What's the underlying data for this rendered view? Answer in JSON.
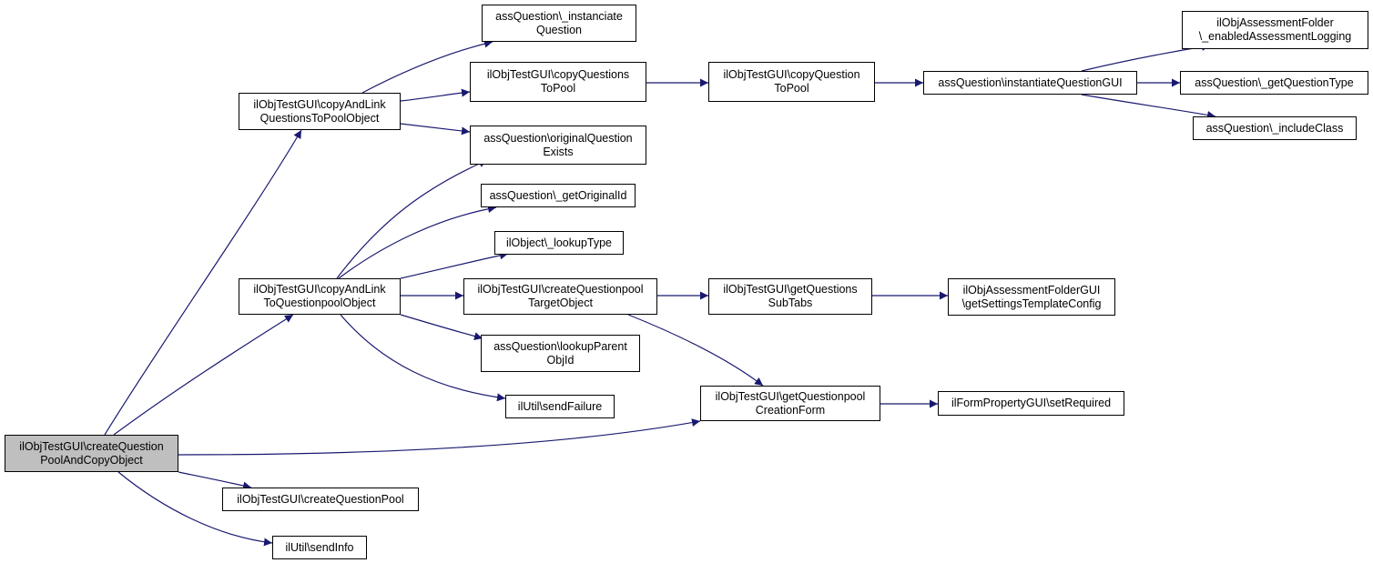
{
  "colors": {
    "edge": "#191970",
    "node_border": "#000000",
    "node_fill": "#ffffff",
    "root_fill": "#bfbfbf"
  },
  "nodes": [
    {
      "id": "root",
      "label": "ilObjTestGUI\\createQuestion\nPoolAndCopyObject",
      "root": true
    },
    {
      "id": "n_copyQtoPoolObj",
      "label": "ilObjTestGUI\\copyAndLink\nQuestionsToPoolObject"
    },
    {
      "id": "n_copyToQPoolObj",
      "label": "ilObjTestGUI\\copyAndLink\nToQuestionpoolObject"
    },
    {
      "id": "n_createQPool",
      "label": "ilObjTestGUI\\createQuestionPool"
    },
    {
      "id": "n_sendInfo",
      "label": "ilUtil\\sendInfo"
    },
    {
      "id": "n_instanciate",
      "label": "assQuestion\\_instanciate\nQuestion"
    },
    {
      "id": "n_copyQuestionsToPool",
      "label": "ilObjTestGUI\\copyQuestions\nToPool"
    },
    {
      "id": "n_origExists",
      "label": "assQuestion\\originalQuestion\nExists"
    },
    {
      "id": "n_getOrigId",
      "label": "assQuestion\\_getOriginalId"
    },
    {
      "id": "n_lookupType",
      "label": "ilObject\\_lookupType"
    },
    {
      "id": "n_createTarget",
      "label": "ilObjTestGUI\\createQuestionpool\nTargetObject"
    },
    {
      "id": "n_lookupParent",
      "label": "assQuestion\\lookupParent\nObjId"
    },
    {
      "id": "n_sendFailure",
      "label": "ilUtil\\sendFailure"
    },
    {
      "id": "n_copyQuestionToPool",
      "label": "ilObjTestGUI\\copyQuestion\nToPool"
    },
    {
      "id": "n_getSubTabs",
      "label": "ilObjTestGUI\\getQuestions\nSubTabs"
    },
    {
      "id": "n_creationForm",
      "label": "ilObjTestGUI\\getQuestionpool\nCreationForm"
    },
    {
      "id": "n_instantiateGUI",
      "label": "assQuestion\\instantiateQuestionGUI"
    },
    {
      "id": "n_settingsTpl",
      "label": "ilObjAssessmentFolderGUI\n\\getSettingsTemplateConfig"
    },
    {
      "id": "n_setRequired",
      "label": "ilFormPropertyGUI\\setRequired"
    },
    {
      "id": "n_enabledLogging",
      "label": "ilObjAssessmentFolder\n\\_enabledAssessmentLogging"
    },
    {
      "id": "n_getQType",
      "label": "assQuestion\\_getQuestionType"
    },
    {
      "id": "n_includeClass",
      "label": "assQuestion\\_includeClass"
    }
  ],
  "edges": [
    {
      "from": "root",
      "to": "n_copyQtoPoolObj"
    },
    {
      "from": "root",
      "to": "n_copyToQPoolObj"
    },
    {
      "from": "root",
      "to": "n_creationForm"
    },
    {
      "from": "root",
      "to": "n_createQPool"
    },
    {
      "from": "root",
      "to": "n_sendInfo"
    },
    {
      "from": "n_copyQtoPoolObj",
      "to": "n_instanciate"
    },
    {
      "from": "n_copyQtoPoolObj",
      "to": "n_copyQuestionsToPool"
    },
    {
      "from": "n_copyQtoPoolObj",
      "to": "n_origExists"
    },
    {
      "from": "n_copyQuestionsToPool",
      "to": "n_copyQuestionToPool"
    },
    {
      "from": "n_copyQuestionToPool",
      "to": "n_instantiateGUI"
    },
    {
      "from": "n_instantiateGUI",
      "to": "n_enabledLogging"
    },
    {
      "from": "n_instantiateGUI",
      "to": "n_getQType"
    },
    {
      "from": "n_instantiateGUI",
      "to": "n_includeClass"
    },
    {
      "from": "n_copyToQPoolObj",
      "to": "n_origExists"
    },
    {
      "from": "n_copyToQPoolObj",
      "to": "n_getOrigId"
    },
    {
      "from": "n_copyToQPoolObj",
      "to": "n_lookupType"
    },
    {
      "from": "n_copyToQPoolObj",
      "to": "n_createTarget"
    },
    {
      "from": "n_copyToQPoolObj",
      "to": "n_lookupParent"
    },
    {
      "from": "n_copyToQPoolObj",
      "to": "n_sendFailure"
    },
    {
      "from": "n_createTarget",
      "to": "n_getSubTabs"
    },
    {
      "from": "n_createTarget",
      "to": "n_creationForm"
    },
    {
      "from": "n_getSubTabs",
      "to": "n_settingsTpl"
    },
    {
      "from": "n_creationForm",
      "to": "n_setRequired"
    }
  ]
}
